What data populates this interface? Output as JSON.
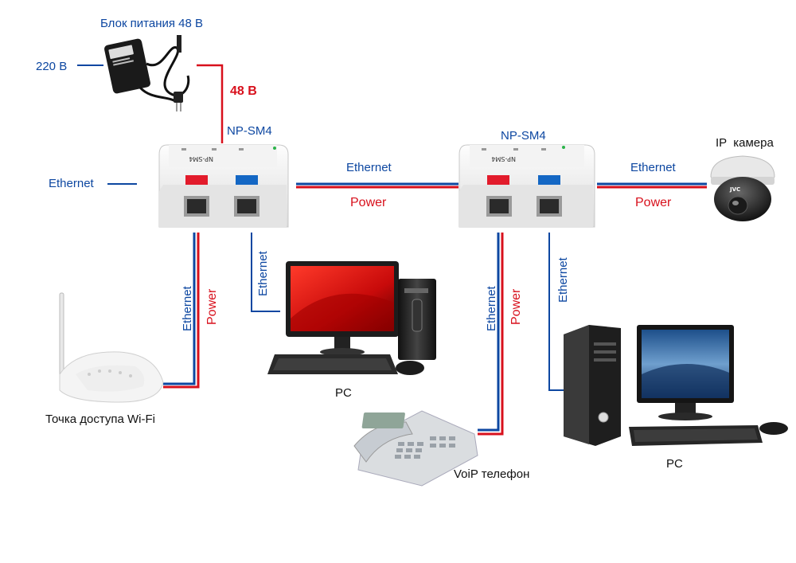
{
  "labels": {
    "power_supply": "Блок питания 48 В",
    "mains": "220 В",
    "dc": "48 В",
    "injector_left": "NP-SM4",
    "injector_right": "NP-SM4",
    "ethernet_in": "Ethernet",
    "link_ethernet": "Ethernet",
    "link_power": "Power",
    "cam_ethernet": "Ethernet",
    "cam_power": "Power",
    "ip_camera": "IP  камера",
    "wifi_ethernet": "Ethernet",
    "wifi_power": "Power",
    "pc1_ethernet": "Ethernet",
    "voip_ethernet": "Ethernet",
    "voip_power": "Power",
    "pc2_ethernet": "Ethernet",
    "wifi_ap": "Точка доступа Wi-Fi",
    "pc1": "PC",
    "voip_phone": "VoiP телефон",
    "pc2": "PC",
    "device_text": "NP-SM4",
    "camera_brand": "JVC"
  },
  "colors": {
    "ethernet": "#0d47a1",
    "power": "#d8101c",
    "label_black": "#111111"
  }
}
